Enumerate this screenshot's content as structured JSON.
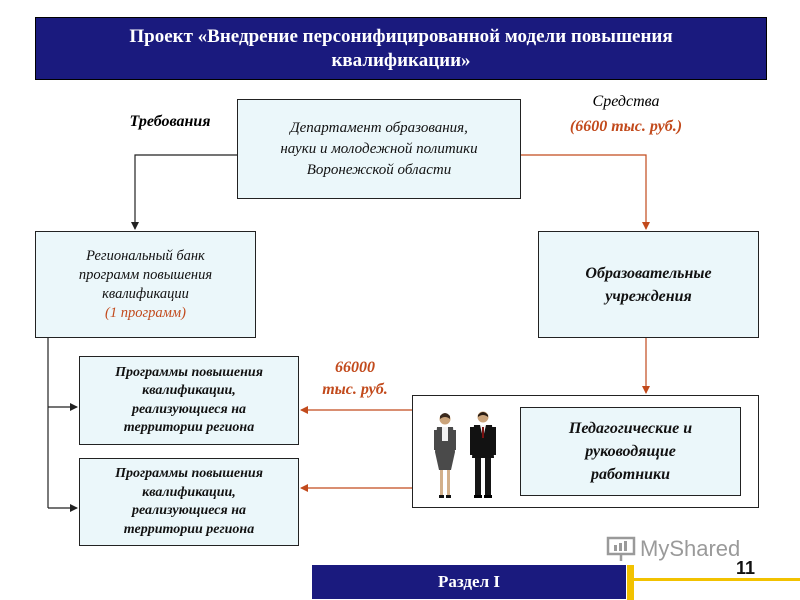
{
  "header": {
    "line1": "Проект «Внедрение персонифицированной модели повышения",
    "line2": "квалификации»"
  },
  "labels": {
    "requirements": "Требования",
    "funds": "Средства",
    "funds_amount": "(6600 тыс. руб.)",
    "amount_line1": "66000",
    "amount_line2": "тыс. руб."
  },
  "boxes": {
    "department": [
      "Департамент образования,",
      "науки и молодежной политики",
      "Воронежской области"
    ],
    "regional_bank": [
      "Региональный банк",
      "программ повышения",
      "квалификации",
      "(1 программ)"
    ],
    "institutions": [
      "Образовательные",
      "учреждения"
    ],
    "program1": [
      "Программы повышения",
      "квалификации,",
      "реализующиеся на",
      "территории региона"
    ],
    "program2": [
      "Программы повышения",
      "квалификации,",
      "реализующиеся на",
      "территории региона"
    ],
    "workers": [
      "Педагогические и",
      "руководящие",
      "работники"
    ]
  },
  "footer": {
    "section": "Раздел I",
    "page_number": "11",
    "watermark": "MyShared"
  },
  "colors": {
    "header_bg": "#1a1a7e",
    "box_fill": "#ebf7fa",
    "accent_orange": "#c24a1c",
    "footer_stripe": "#f2c200"
  },
  "icons": [
    "people-figures-icon",
    "presentation-icon"
  ]
}
